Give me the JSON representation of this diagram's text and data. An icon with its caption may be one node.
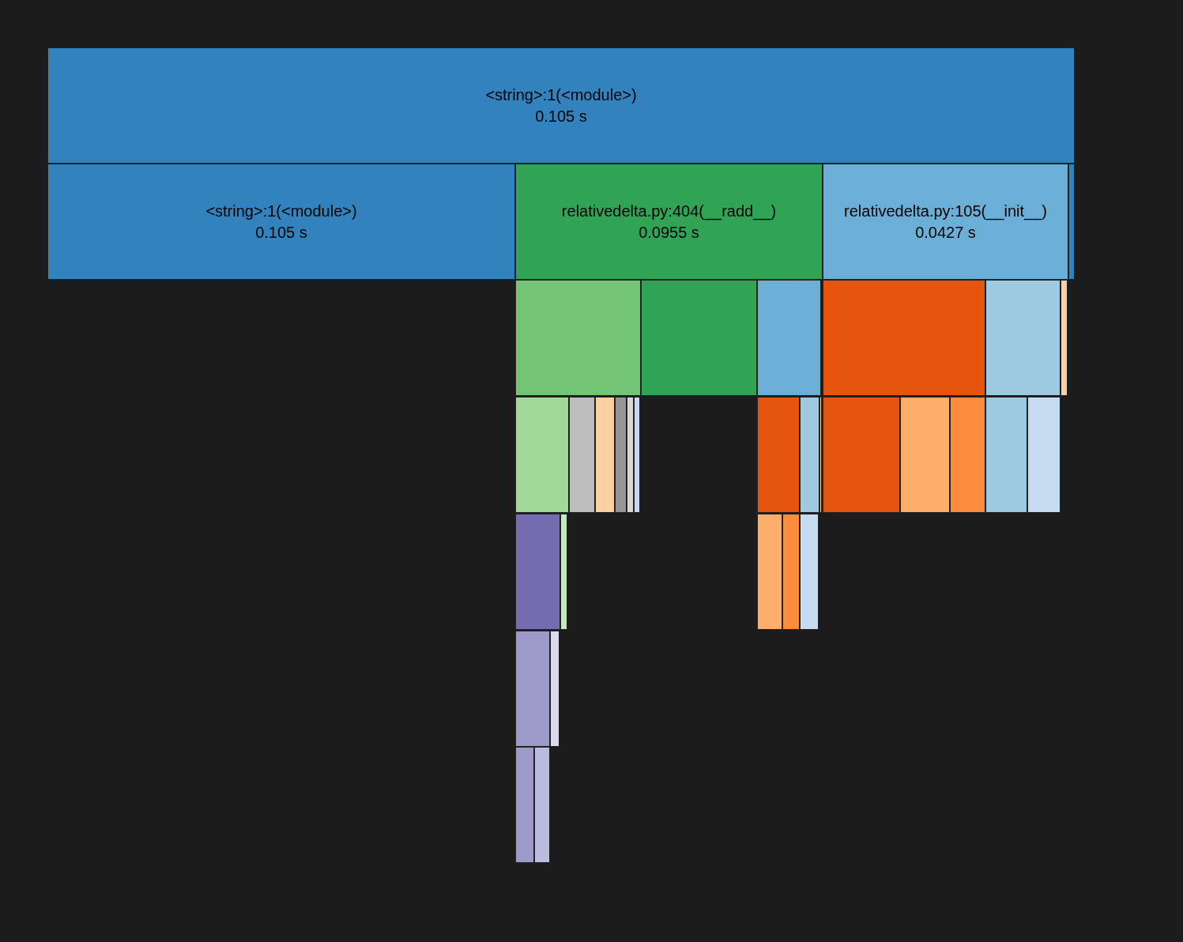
{
  "diagram": {
    "nodes": [
      {
        "text": [
          "<string>:1(<module>)",
          "0.105 s"
        ]
      },
      {
        "text": [
          "<string>:1(<module>)",
          "0.105 s"
        ]
      },
      {
        "text": [
          "relativedelta.py:404(__radd__)",
          "0.0955 s"
        ]
      },
      {
        "text": [
          "relativedelta.py:105(__init__)",
          "0.0427 s"
        ]
      },
      {
        "text": [],
        "shape": "box"
      },
      {
        "text": [],
        "shape": "box"
      },
      {
        "text": [],
        "shape": "box"
      },
      {
        "text": [],
        "shape": "box"
      },
      {
        "text": [],
        "shape": "box"
      },
      {
        "text": [],
        "shape": "box"
      },
      {
        "text": [],
        "shape": "box"
      },
      {
        "text": [],
        "shape": "box"
      },
      {
        "text": [],
        "shape": "box"
      },
      {
        "text": [],
        "shape": "box"
      },
      {
        "text": [],
        "shape": "box"
      },
      {
        "text": [],
        "shape": "box"
      },
      {
        "text": [],
        "shape": "box"
      },
      {
        "text": [],
        "shape": "box"
      },
      {
        "text": [],
        "shape": "box"
      },
      {
        "text": [],
        "shape": "box"
      },
      {
        "text": [],
        "shape": "box"
      },
      {
        "text": [],
        "shape": "box"
      },
      {
        "text": [],
        "shape": "box"
      },
      {
        "text": [],
        "shape": "box"
      },
      {
        "text": [],
        "shape": "box"
      },
      {
        "text": [],
        "shape": "box"
      },
      {
        "text": [],
        "shape": "box"
      },
      {
        "text": [],
        "shape": "box"
      },
      {
        "text": [],
        "shape": "box"
      },
      {
        "text": [],
        "shape": "box"
      },
      {
        "text": [],
        "shape": "box"
      },
      {
        "text": [],
        "shape": "box"
      },
      {
        "text": [],
        "shape": "box"
      },
      {
        "text": [],
        "shape": "box"
      }
    ],
    "edges": []
  }
}
